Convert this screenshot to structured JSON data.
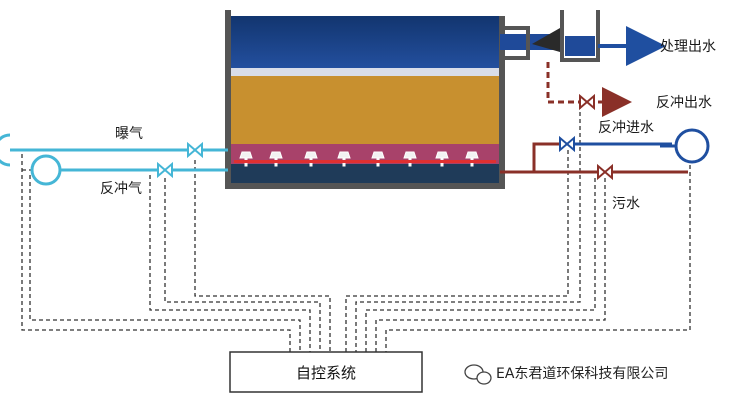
{
  "labels": {
    "treated_outlet": "处理出水",
    "backwash_outlet": "反冲出水",
    "backwash_inlet": "反冲进水",
    "sewage": "污水",
    "aeration": "曝气",
    "backwash_air": "反冲气",
    "control_system": "自控系统"
  },
  "watermark": {
    "text": "EA东君道环保科技有限公司"
  },
  "colors": {
    "water_dark": "#163c78",
    "water_blue": "#1f4a99",
    "filter_media": "#c8902f",
    "support_layer": "#a8426a",
    "bottom_layer": "#1f3b59",
    "air_pipe": "#45b6d6",
    "water_pipe": "#1f4fa0",
    "sewage_pipe": "#8a3028",
    "control_line": "#333333"
  },
  "icons": {
    "pump": "pump-icon",
    "valve": "valve-icon",
    "nozzle": "nozzle-icon",
    "wechat": "wechat-icon"
  }
}
